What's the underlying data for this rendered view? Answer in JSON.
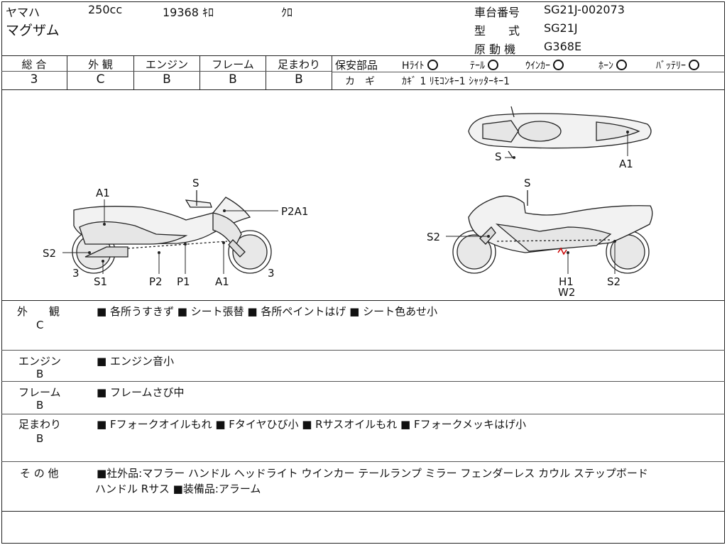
{
  "header": {
    "maker": "ヤマハ",
    "displacement": "250cc",
    "mileage": "19368 ｷﾛ",
    "color": "ｸﾛ",
    "model_name": "マグザム",
    "frame_no_label": "車台番号",
    "frame_no": "SG21J-002073",
    "type_label": "型　　式",
    "type_value": "SG21J",
    "engine_label": "原 動 機",
    "engine_value": "G368E"
  },
  "grades": [
    {
      "label": "総 合",
      "value": "3"
    },
    {
      "label": "外 観",
      "value": "C"
    },
    {
      "label": "エンジン",
      "value": "B"
    },
    {
      "label": "フレーム",
      "value": "B"
    },
    {
      "label": "足まわり",
      "value": "B"
    }
  ],
  "safety": {
    "title": "保安部品",
    "items": [
      "Hﾗｲﾄ",
      "ﾃｰﾙ",
      "ｳｲﾝｶｰ",
      "ﾎｰﾝ",
      "ﾊﾞｯﾃﾘｰ"
    ],
    "key_label": "カ　ギ",
    "key_value": "ｶｷﾞ 1 ﾘﾓｺﾝｷｰ1 ｼｬｯﾀｰｷｰ1"
  },
  "diagram": {
    "left_labels": {
      "a1_top": "A1",
      "s_top": "S",
      "p2a1": "P2A1",
      "s2": "S2",
      "three_left": "3",
      "s1": "S1",
      "p2": "P2",
      "p1": "P1",
      "a1_bottom": "A1",
      "three_right": "3"
    },
    "right_labels": {
      "s_plan": "S",
      "a1_plan": "A1",
      "s_side": "S",
      "s2_front": "S2",
      "h1": "H1",
      "w2": "W2",
      "s2_rear": "S2"
    },
    "colors": {
      "line": "#222222",
      "fill": "#f2f2f2",
      "mark": "#cc0000"
    }
  },
  "sections": [
    {
      "label": "外　　観",
      "grade": "C",
      "text": "■ 各所うすきず ■ シート張替 ■ 各所ペイントはげ ■ シート色あせ小"
    },
    {
      "label": "エンジン",
      "grade": "B",
      "text": "■ エンジン音小"
    },
    {
      "label": "フレーム",
      "grade": "B",
      "text": "■ フレームさび中"
    },
    {
      "label": "足まわり",
      "grade": "B",
      "text": "■ Fフォークオイルもれ ■ Fタイヤひび小 ■ Rサスオイルもれ ■ Fフォークメッキはげ小"
    },
    {
      "label": "そ の 他",
      "text_line1": "■社外品:マフラー ハンドル ヘッドライト ウインカー テールランプ ミラー フェンダーレス カウル ステップボード",
      "text_line2": "ハンドル Rサス ■装備品:アラーム"
    }
  ]
}
